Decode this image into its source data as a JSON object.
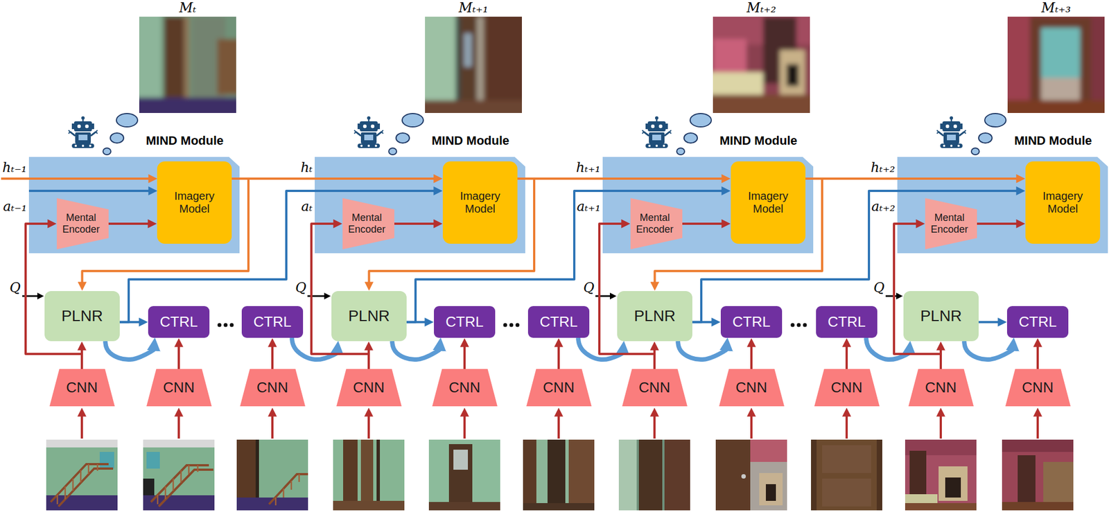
{
  "diagram": {
    "nodes": [
      {
        "text": [
          "MIND Module"
        ]
      },
      {
        "text": [
          "Mental Encoder"
        ],
        "in": 0
      },
      {
        "text": [
          "Imagery Model"
        ],
        "in": 0
      },
      {
        "text": [
          "MIND Module"
        ]
      },
      {
        "text": [
          "Mental Encoder"
        ],
        "in": 3
      },
      {
        "text": [
          "Imagery Model"
        ],
        "in": 3
      },
      {
        "text": [
          "MIND Module"
        ]
      },
      {
        "text": [
          "Mental Encoder"
        ],
        "in": 6
      },
      {
        "text": [
          "Imagery Model"
        ],
        "in": 6
      },
      {
        "text": [
          "MIND Module"
        ]
      },
      {
        "text": [
          "Mental Encoder"
        ],
        "in": 9
      },
      {
        "text": [
          "Imagery Model"
        ],
        "in": 9
      },
      {
        "text": [
          "PLNR"
        ]
      },
      {
        "text": [
          "CTRL"
        ]
      },
      {
        "text": [
          "CTRL"
        ]
      },
      {
        "text": [
          "PLNR"
        ]
      },
      {
        "text": [
          "CTRL"
        ]
      },
      {
        "text": [
          "CTRL"
        ]
      },
      {
        "text": [
          "PLNR"
        ]
      },
      {
        "text": [
          "CTRL"
        ]
      },
      {
        "text": [
          "CTRL"
        ]
      },
      {
        "text": [
          "PLNR"
        ]
      },
      {
        "text": [
          "CTRL"
        ]
      },
      {
        "text": [
          "CNN"
        ]
      },
      {
        "text": [
          "CNN"
        ]
      },
      {
        "text": [
          "CNN"
        ]
      },
      {
        "text": [
          "CNN"
        ]
      },
      {
        "text": [
          "CNN"
        ]
      },
      {
        "text": [
          "CNN"
        ]
      },
      {
        "text": [
          "CNN"
        ]
      },
      {
        "text": [
          "CNN"
        ]
      },
      {
        "text": [
          "CNN"
        ]
      },
      {
        "text": [
          "CNN"
        ]
      },
      {
        "text": [
          "CNN"
        ]
      }
    ],
    "edges": [
      {
        "from": 23,
        "to": 12,
        "arrow": "to"
      },
      {
        "from": 24,
        "to": 13,
        "arrow": "to"
      },
      {
        "from": 25,
        "to": 14,
        "arrow": "to"
      },
      {
        "from": 26,
        "to": 15,
        "arrow": "to"
      },
      {
        "from": 27,
        "to": 16,
        "arrow": "to"
      },
      {
        "from": 28,
        "to": 17,
        "arrow": "to"
      },
      {
        "from": 29,
        "to": 18,
        "arrow": "to"
      },
      {
        "from": 30,
        "to": 19,
        "arrow": "to"
      },
      {
        "from": 31,
        "to": 20,
        "arrow": "to"
      },
      {
        "from": 32,
        "to": 21,
        "arrow": "to"
      },
      {
        "from": 33,
        "to": 22,
        "arrow": "to"
      },
      {
        "from": 12,
        "to": 13,
        "arrow": "to"
      },
      {
        "from": 15,
        "to": 16,
        "arrow": "to"
      },
      {
        "from": 18,
        "to": 19,
        "arrow": "to"
      },
      {
        "from": 21,
        "to": 22,
        "arrow": "to"
      },
      {
        "from": 12,
        "to": 13,
        "arrow": "to"
      },
      {
        "from": 15,
        "to": 16,
        "arrow": "to"
      },
      {
        "from": 18,
        "to": 19,
        "arrow": "to"
      },
      {
        "from": 21,
        "to": 22,
        "arrow": "to"
      },
      {
        "from": 14,
        "to": 15,
        "arrow": "to"
      },
      {
        "from": 17,
        "to": 18,
        "arrow": "to"
      },
      {
        "from": 20,
        "to": 21,
        "arrow": "to"
      },
      {
        "from": 1,
        "to": 2,
        "arrow": "to"
      },
      {
        "from": 4,
        "to": 5,
        "arrow": "to"
      },
      {
        "from": 7,
        "to": 8,
        "arrow": "to"
      },
      {
        "from": 10,
        "to": 11,
        "arrow": "to"
      },
      {
        "from": 23,
        "to": 1,
        "arrow": "to"
      },
      {
        "from": 26,
        "to": 4,
        "arrow": "to"
      },
      {
        "from": 29,
        "to": 7,
        "arrow": "to"
      },
      {
        "from": 32,
        "to": 10,
        "arrow": "to"
      },
      {
        "from": 2,
        "to": 5,
        "arrow": "to"
      },
      {
        "from": 5,
        "to": 8,
        "arrow": "to"
      },
      {
        "from": 8,
        "to": 11,
        "arrow": "to"
      },
      {
        "from": 2,
        "to": 12,
        "arrow": "to"
      },
      {
        "from": 5,
        "to": 15,
        "arrow": "to"
      },
      {
        "from": 8,
        "to": 18,
        "arrow": "to"
      },
      {
        "from": 12,
        "to": 5,
        "arrow": "to"
      },
      {
        "from": 15,
        "to": 8,
        "arrow": "to"
      },
      {
        "from": 18,
        "to": 11,
        "arrow": "to"
      }
    ],
    "labels": [
      "Mₜ",
      "Mₜ₊₁",
      "Mₜ₊₂",
      "Mₜ₊₃",
      "hₜ₋₁",
      "aₜ₋₁",
      "Q",
      "hₜ",
      "aₜ",
      "Q",
      "hₜ₊₁",
      "aₜ₊₁",
      "Q",
      "hₜ₊₂",
      "aₜ₊₂",
      "Q"
    ]
  }
}
